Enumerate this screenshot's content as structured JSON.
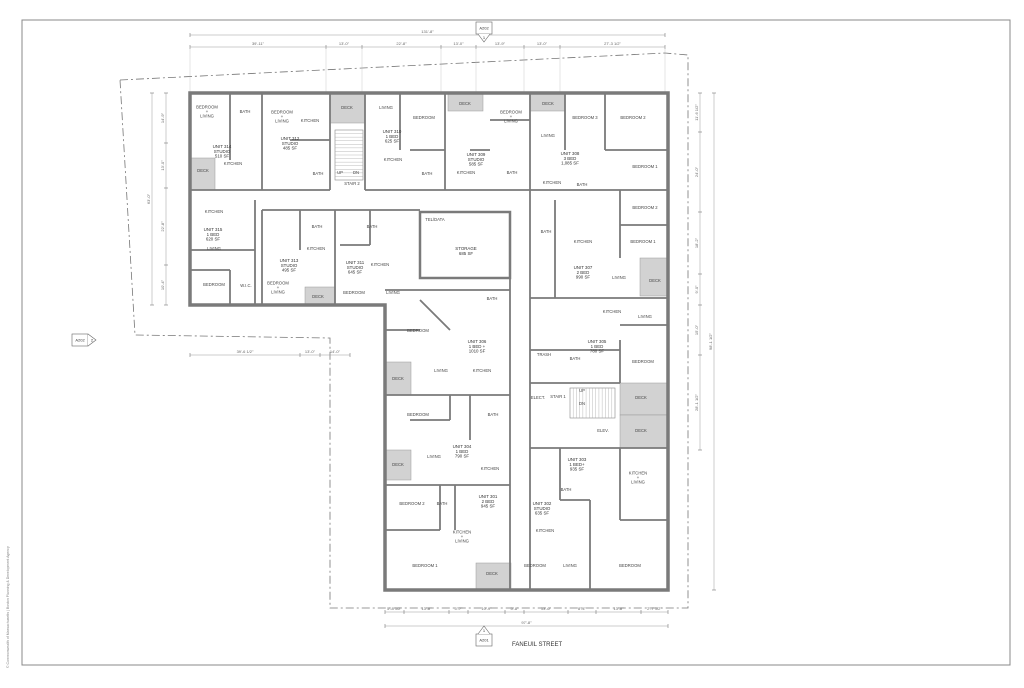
{
  "sheet": {
    "street_label": "FANEUIL STREET",
    "credit_line": "© Commonwealth of Massachusetts | Boston Planning & Development Agency",
    "section_tags": [
      {
        "sheet": "A202",
        "number": "1"
      },
      {
        "sheet": "A202",
        "number": "2"
      },
      {
        "sheet": "A201",
        "number": "1"
      }
    ]
  },
  "units": [
    {
      "name": "UNIT 314",
      "type": "STUDIO",
      "area": "510 SF"
    },
    {
      "name": "UNIT 312",
      "type": "STUDIO",
      "area": "485 SF"
    },
    {
      "name": "UNIT 310",
      "type": "1 BED",
      "area": "625 SF"
    },
    {
      "name": "UNIT 309",
      "type": "STUDIO",
      "area": "585 SF"
    },
    {
      "name": "UNIT 308",
      "type": "3 BED",
      "area": "1,085 SF"
    },
    {
      "name": "UNIT 315",
      "type": "1 BED",
      "area": "620 SF"
    },
    {
      "name": "UNIT 313",
      "type": "STUDIO",
      "area": "495 SF"
    },
    {
      "name": "UNIT 311",
      "type": "STUDIO",
      "area": "645 SF"
    },
    {
      "name": "STORAGE",
      "type": "",
      "area": "685 SF"
    },
    {
      "name": "UNIT 307",
      "type": "2 BED",
      "area": "990 SF"
    },
    {
      "name": "UNIT 306",
      "type": "1 BED +",
      "area": "1010 SF"
    },
    {
      "name": "UNIT 305",
      "type": "1 BED",
      "area": "780 SF"
    },
    {
      "name": "UNIT 304",
      "type": "1 BED",
      "area": "790 SF"
    },
    {
      "name": "UNIT 303",
      "type": "1 BED+",
      "area": "935 SF"
    },
    {
      "name": "UNIT 301",
      "type": "2 BED",
      "area": "945 SF"
    },
    {
      "name": "UNIT 302",
      "type": "STUDIO",
      "area": "635 SF"
    }
  ],
  "rooms": [
    "BEDROOM\n+\nLIVING",
    "BATH",
    "KITCHEN",
    "DECK",
    "BEDROOM\n+\nLIVING",
    "KITCHEN",
    "BATH",
    "DECK",
    "STAIR 2",
    "UP",
    "DN",
    "LIVING",
    "BEDROOM",
    "KITCHEN",
    "BATH",
    "DECK",
    "BEDROOM\n+\nLIVING",
    "KITCHEN",
    "BATH",
    "DECK",
    "BEDROOM 3",
    "BEDROOM 2",
    "LIVING",
    "KITCHEN",
    "BATH",
    "BEDROOM 1",
    "KITCHEN",
    "LIVING",
    "BEDROOM",
    "W.I.C.",
    "BATH",
    "KITCHEN",
    "BEDROOM\n+\nLIVING",
    "DECK",
    "BATH",
    "KITCHEN",
    "BEDROOM",
    "LIVING",
    "TEL/DATA",
    "BEDROOM 2",
    "BEDROOM 1",
    "BATH",
    "KITCHEN",
    "LIVING",
    "DECK",
    "BEDROOM",
    "LIVING",
    "KITCHEN",
    "BATH",
    "DECK",
    "KITCHEN",
    "LIVING",
    "BATH",
    "BEDROOM",
    "TRASH",
    "ELECT.",
    "STAIR 1",
    "UP",
    "DN",
    "ELEV.",
    "DECK",
    "DECK",
    "BEDROOM",
    "BATH",
    "LIVING",
    "KITCHEN",
    "DECK",
    "KITCHEN\n+\nLIVING",
    "BATH",
    "BEDROOM",
    "BEDROOM 2",
    "BATH",
    "KITCHEN\n+\nLIVING",
    "BEDROOM 1",
    "DECK",
    "KITCHEN",
    "BEDROOM",
    "LIVING"
  ],
  "dimensions": {
    "top_overall": "131'-8\"",
    "top_segments": [
      "39'-11\"",
      "13'-0\"",
      "22'-8\"",
      "13'-0\"",
      "13'-9\"",
      "13'-0\"",
      "27'-3 1/2\""
    ],
    "bottom_overall": "97'-8\"",
    "bottom_segments": [
      "5'-8 1/2\"",
      "13'-8\"",
      "5'-7\"",
      "10'-9\"",
      "5'-8\"",
      "13'-6\"",
      "8'-4\"",
      "13'-8\"",
      "2'-7 1/2\""
    ],
    "left_segments": [
      "14'-9\"",
      "13'-0\"",
      "22'-8\"",
      "10'-4\""
    ],
    "left_overall": "63'-0\"",
    "mid_left": [
      "39'-6 1/2\"",
      "13'-0\"",
      "14'-0\""
    ],
    "right_segments": [
      "11'-6 1/2\"",
      "24'-0\"",
      "18'-2\"",
      "9'-0\"",
      "15'-0\"",
      "28'-1 1/2\""
    ],
    "right_overall": "98'-1 1/2\""
  },
  "colors": {
    "wall": "#7a7a7a",
    "deck": "#d2d2d2",
    "line": "#9a9a9a"
  }
}
